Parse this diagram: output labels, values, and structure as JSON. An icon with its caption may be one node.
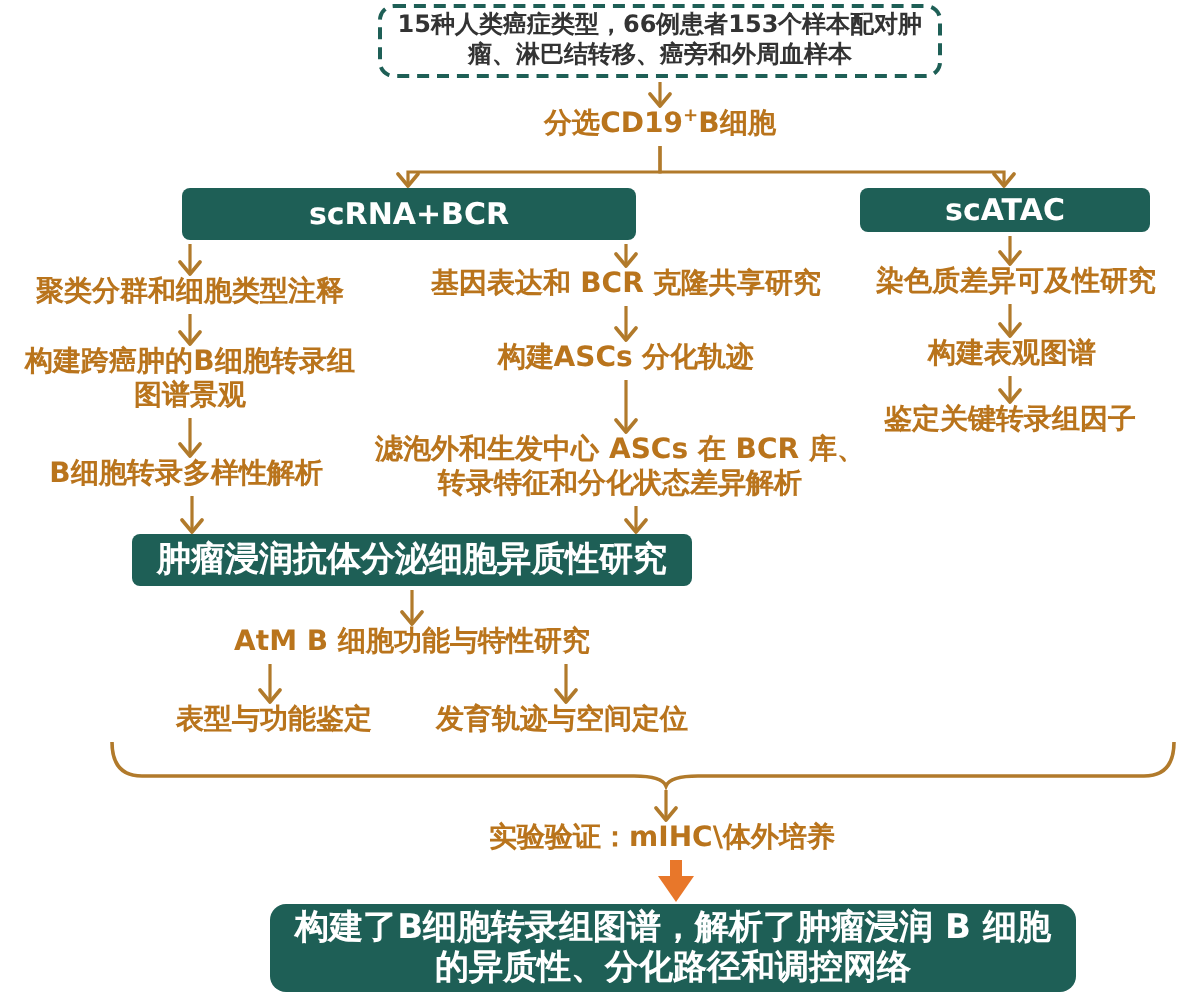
{
  "diagram": {
    "nodes": [
      {
        "text": [
          "15种人类癌症类型，66例患者153个样本配对肿瘤、淋巴结转移、癌旁和外周血样本"
        ]
      },
      {
        "text": [
          "分选CD19$^{+}$B细胞"
        ]
      },
      {
        "text": [
          "scRNA+BCR"
        ]
      },
      {
        "text": [
          "scATAC"
        ]
      },
      {
        "text": [
          "聚类分群和细胞类型注释"
        ]
      },
      {
        "text": [
          "基因表达和 BCR 克隆共享研究"
        ]
      },
      {
        "text": [
          "染色质差异可及性研究"
        ]
      },
      {
        "text": [
          "构建跨癌肿的B细胞转录组图谱景观"
        ]
      },
      {
        "text": [
          "构建ASCs 分化轨迹"
        ]
      },
      {
        "text": [
          "构建表观图谱"
        ]
      },
      {
        "text": [
          "鉴定关键转录组因子"
        ]
      },
      {
        "text": [
          "B细胞转录多样性解析"
        ]
      },
      {
        "text": [
          "滤泡外和生发中心 ASCs 在 BCR 库、转录特征和分化状态差异解析"
        ]
      },
      {
        "text": [
          "肿瘤浸润抗体分泌细胞异质性研究"
        ]
      },
      {
        "text": [
          "AtM B 细胞功能与特性研究"
        ]
      },
      {
        "text": [
          "表型与功能鉴定"
        ]
      },
      {
        "text": [
          "发育轨迹与空间定位"
        ]
      },
      {
        "text": [],
        "shape": "brace"
      },
      {
        "text": [
          "实验验证：mIHC\\体外培养"
        ]
      },
      {
        "text": [
          "构建了B细胞转录组图谱，解析了肿瘤浸润 B 细胞的异质性、分化路径和调控网络"
        ]
      }
    ],
    "edges": [
      {
        "from": 0,
        "to": 1,
        "arrow": "to"
      },
      {
        "from": 1,
        "to": 2,
        "arrow": "to"
      },
      {
        "from": 1,
        "to": 3,
        "arrow": "to"
      },
      {
        "from": 2,
        "to": 4,
        "arrow": "to"
      },
      {
        "from": 4,
        "to": 7,
        "arrow": "to"
      },
      {
        "from": 7,
        "to": 11,
        "arrow": "to"
      },
      {
        "from": 11,
        "to": 13,
        "arrow": "to"
      },
      {
        "from": 2,
        "to": 5,
        "arrow": "to"
      },
      {
        "from": 5,
        "to": 8,
        "arrow": "to"
      },
      {
        "from": 8,
        "to": 12,
        "arrow": "to"
      },
      {
        "from": 12,
        "to": 13,
        "arrow": "to"
      },
      {
        "from": 3,
        "to": 6,
        "arrow": "to"
      },
      {
        "from": 6,
        "to": 9,
        "arrow": "to"
      },
      {
        "from": 9,
        "to": 10,
        "arrow": "to"
      },
      {
        "from": 13,
        "to": 14,
        "arrow": "to"
      },
      {
        "from": 14,
        "to": 15,
        "arrow": "to"
      },
      {
        "from": 14,
        "to": 16,
        "arrow": "to"
      },
      {
        "from": 17,
        "to": 18,
        "arrow": "to"
      },
      {
        "from": 18,
        "to": 19,
        "arrow": "to",
        "style": "thick",
        "color": "#e8772a"
      }
    ]
  }
}
